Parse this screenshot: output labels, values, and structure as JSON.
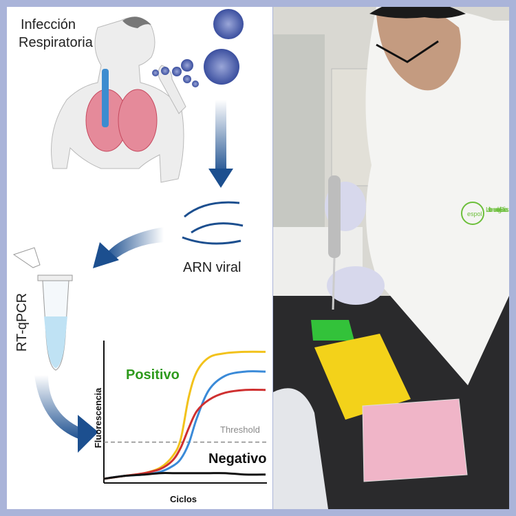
{
  "illustration": {
    "title_line1": "Infección",
    "title_line2": "Respiratoria",
    "rna_label": "ARN viral",
    "method_label": "RT-qPCR"
  },
  "photo": {
    "coat_logo": "espol",
    "coat_text": "Lab. Inmunología Básicas"
  },
  "chart_data": {
    "type": "line",
    "xlabel": "Ciclos",
    "ylabel": "Fluorescencia",
    "threshold_label": "Threshold",
    "threshold": 28,
    "positive_label": "Positivo",
    "negative_label": "Negativo",
    "xlim": [
      0,
      40
    ],
    "ylim": [
      0,
      100
    ],
    "x": [
      0,
      5,
      10,
      14,
      17,
      19,
      21,
      23,
      26,
      30,
      35,
      40
    ],
    "series": [
      {
        "name": "positivo-amarillo",
        "color": "#f2c21b",
        "values": [
          2,
          4,
          6,
          10,
          18,
          30,
          60,
          78,
          88,
          91,
          92,
          92
        ]
      },
      {
        "name": "positivo-azul",
        "color": "#3a8ad8",
        "values": [
          2,
          4,
          5,
          7,
          11,
          16,
          27,
          45,
          65,
          75,
          78,
          78
        ]
      },
      {
        "name": "positivo-rojo",
        "color": "#cf3030",
        "values": [
          2,
          4,
          6,
          9,
          15,
          24,
          38,
          50,
          58,
          63,
          65,
          65
        ]
      },
      {
        "name": "negativo",
        "color": "#111111",
        "values": [
          2,
          4,
          5,
          6,
          6,
          6,
          6,
          6,
          6,
          6,
          5,
          5
        ]
      }
    ],
    "colors": {
      "positive": "#2e9a1c",
      "threshold": "#8a8a8a",
      "arrow": "#1c4f8f"
    }
  }
}
